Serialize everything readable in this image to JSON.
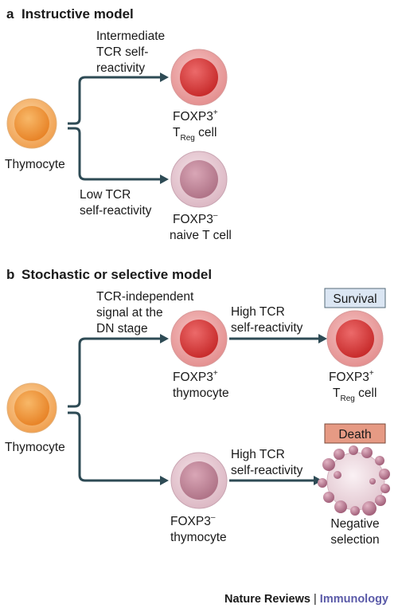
{
  "panel_a": {
    "letter": "a",
    "title": "Instructive model",
    "thymocyte": "Thymocyte",
    "upper_arrow": [
      "Intermediate",
      "TCR self-",
      "reactivity"
    ],
    "lower_arrow": [
      "Low TCR",
      "self-reactivity"
    ],
    "treg_line1": "FOXP3",
    "treg_line1_sup": "+",
    "treg_line2_t": "T",
    "treg_line2_sub": "Reg",
    "treg_line2_rest": " cell",
    "naive_line1": "FOXP3",
    "naive_line1_sup": "–",
    "naive_line2": "naive T cell"
  },
  "panel_b": {
    "letter": "b",
    "title": "Stochastic or selective model",
    "thymocyte": "Thymocyte",
    "upper_arrow": [
      "TCR-independent",
      "signal at the",
      "DN stage"
    ],
    "upper_mid": [
      "FOXP3",
      "thymocyte"
    ],
    "upper_mid_sup": "+",
    "upper_arrow2": [
      "High TCR",
      "self-reactivity"
    ],
    "survival": "Survival",
    "treg_line1": "FOXP3",
    "treg_line1_sup": "+",
    "treg_line2_t": "T",
    "treg_line2_sub": "Reg",
    "treg_line2_rest": " cell",
    "lower_mid": [
      "FOXP3",
      "thymocyte"
    ],
    "lower_mid_sup": "–",
    "lower_arrow2": [
      "High TCR",
      "self-reactivity"
    ],
    "death": "Death",
    "negative": [
      "Negative",
      "selection"
    ]
  },
  "footer": {
    "journal": "Nature Reviews",
    "separator": " | ",
    "section": "Immunology"
  },
  "colors": {
    "arrow": "#2e4b55",
    "orange_cell": "#f0a050",
    "red_cell": "#d84848",
    "pink_cell": "#c0889a",
    "survival_box": "#dbe6f3",
    "death_box": "#e69a84",
    "footer_accent": "#5a5aa8"
  }
}
